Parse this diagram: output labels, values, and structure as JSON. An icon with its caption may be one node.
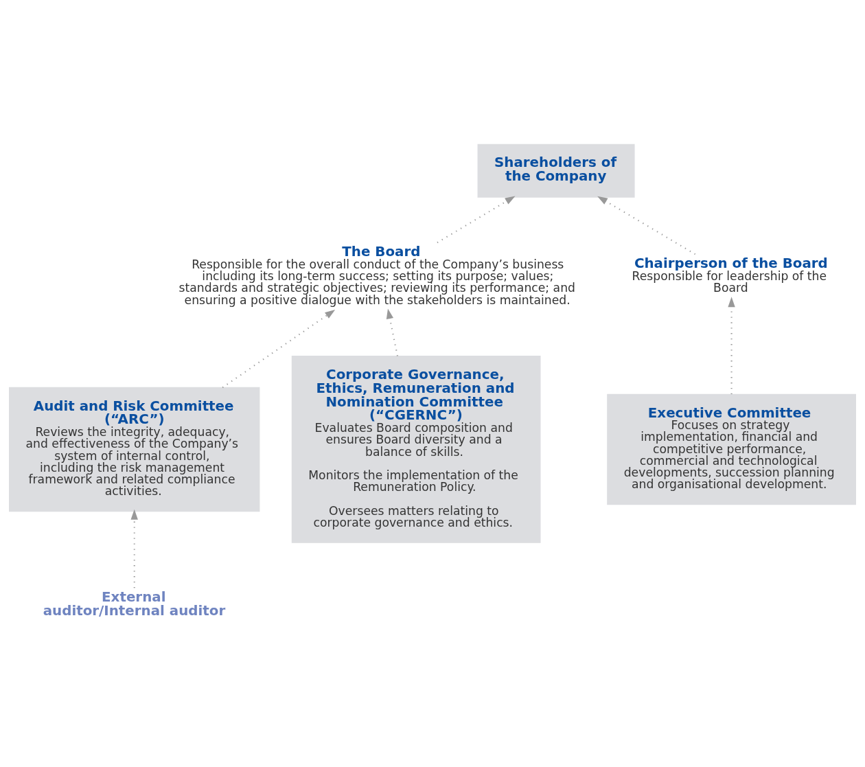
{
  "diagram": {
    "nodes": [
      {
        "text": [
          "Shareholders of the Company"
        ]
      },
      {
        "text": [
          "The Board",
          "Responsible for the overall conduct of the Company’s business including its long-term success; setting its purpose; values; standards and strategic objectives; reviewing its performance; and ensuring a positive dialogue with the stakeholders is maintained."
        ]
      },
      {
        "text": [
          "Chairperson of the Board",
          "Responsible for leadership of the Board"
        ]
      },
      {
        "text": [
          "Audit and Risk Committee (“ARC”)",
          "Reviews the integrity, adequacy, and effectiveness of the Company’s system of internal control, including the risk management framework and related compliance activities."
        ]
      },
      {
        "text": [
          "Corporate Governance, Ethics, Remuneration and Nomination Committee (“CGERNC”)",
          "Evaluates Board composition and ensures Board diversity and a balance of skills.",
          "Monitors the implementation of the Remuneration Policy.",
          "Oversees matters relating to corporate governance and ethics."
        ]
      },
      {
        "text": [
          "Executive Committee",
          "Focuses on strategy implementation, financial and competitive performance, commercial and technological developments, succession planning and organisational development."
        ]
      },
      {
        "text": [
          "External auditor/Internal auditor"
        ]
      }
    ],
    "edges": [
      {
        "from": 1,
        "to": 0,
        "arrow": "to"
      },
      {
        "from": 2,
        "to": 0,
        "arrow": "to"
      },
      {
        "from": 3,
        "to": 1,
        "arrow": "to"
      },
      {
        "from": 4,
        "to": 1,
        "arrow": "to"
      },
      {
        "from": 5,
        "to": 2,
        "arrow": "to"
      },
      {
        "from": 6,
        "to": 3,
        "arrow": "to"
      }
    ]
  }
}
